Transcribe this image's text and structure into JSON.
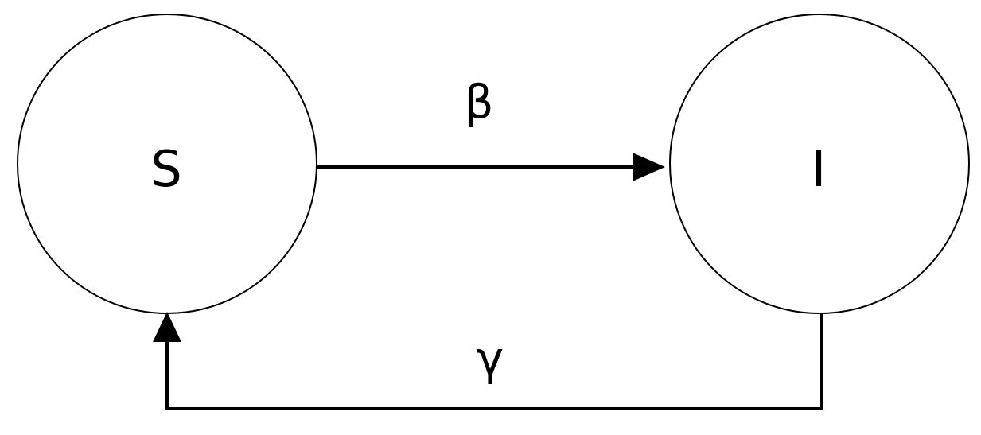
{
  "nodes": {
    "s": {
      "label": "S"
    },
    "i": {
      "label": "I"
    }
  },
  "edges": {
    "s_to_i": {
      "label": "β"
    },
    "i_to_s": {
      "label": "γ"
    }
  },
  "colors": {
    "stroke": "#000000",
    "background": "#ffffff"
  }
}
